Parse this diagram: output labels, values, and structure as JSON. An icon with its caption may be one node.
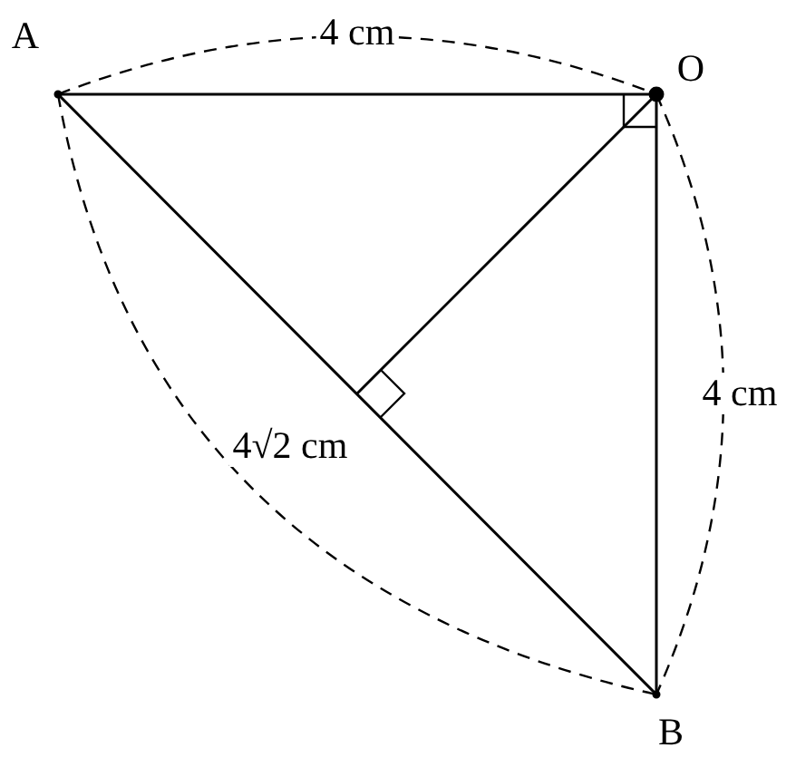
{
  "diagram": {
    "labels": [
      "4 cm",
      "A",
      "O",
      "4 cm",
      "4√2 cm",
      "B"
    ]
  }
}
